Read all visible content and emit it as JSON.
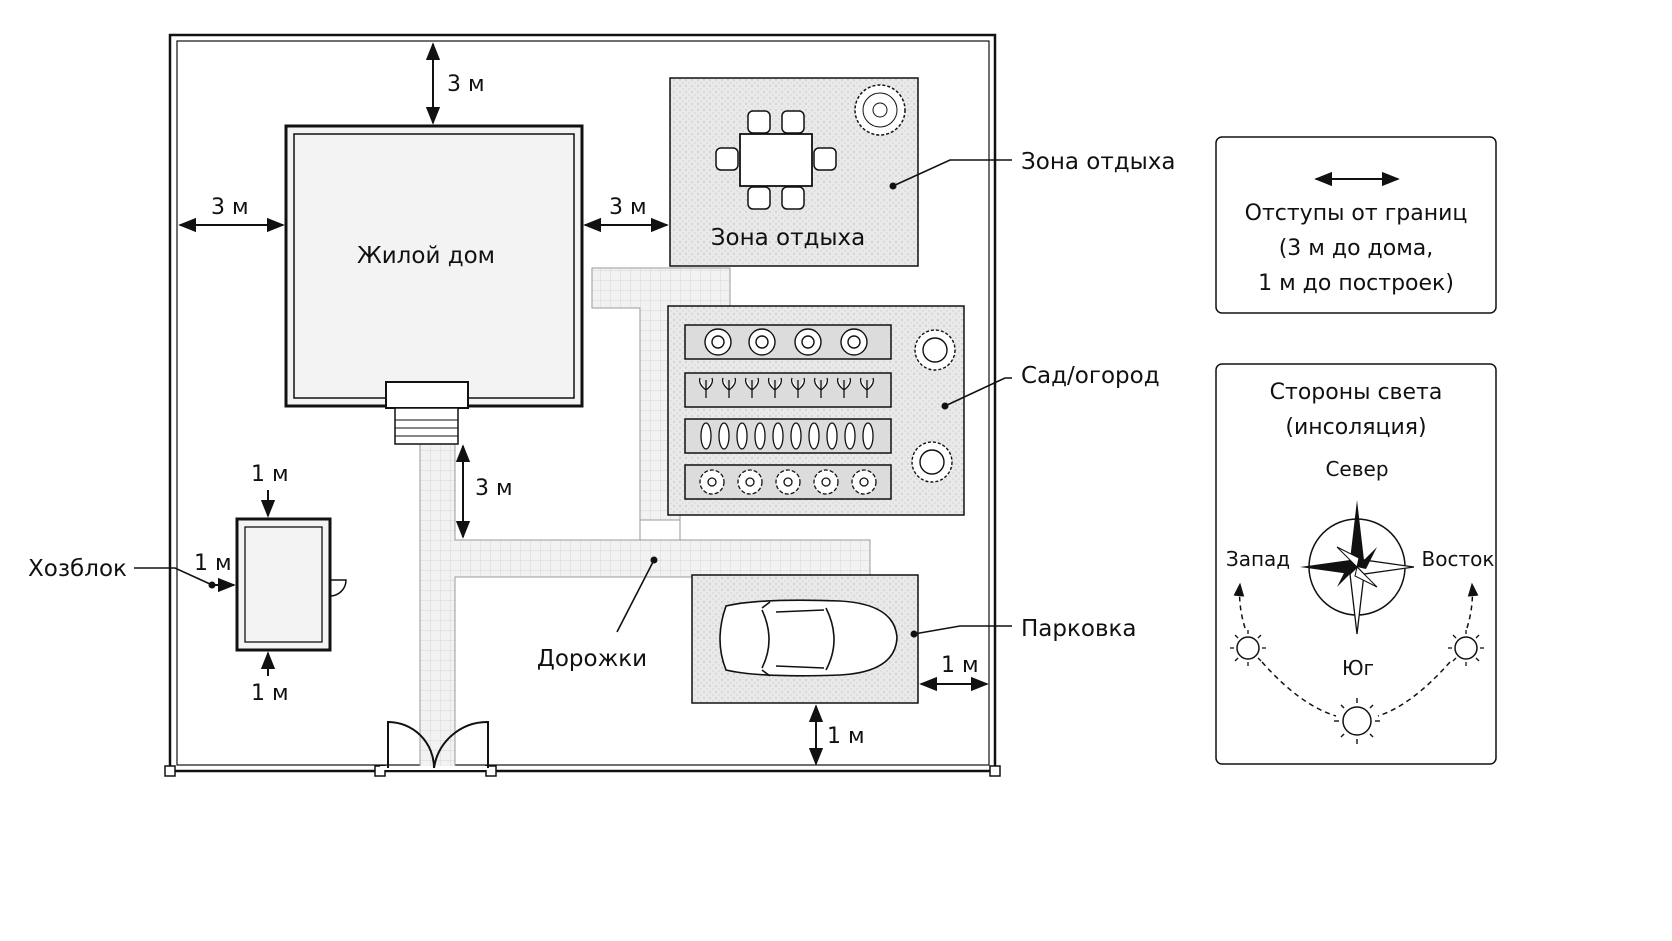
{
  "diagram": {
    "zones": {
      "house": "Жилой дом",
      "rest": "Зона отдыха"
    },
    "callouts": {
      "rest": "Зона отдыха",
      "garden": "Сад/огород",
      "parking": "Парковка",
      "paths": "Дорожки",
      "shed": "Хозблок"
    },
    "dimensions": {
      "house_top": "3 м",
      "house_left": "3 м",
      "house_right": "3 м",
      "house_to_garden": "3 м",
      "shed_top": "1 м",
      "shed_bottom": "1 м",
      "shed_left": "1 м",
      "parking_right": "1 м",
      "parking_bottom": "1 м"
    }
  },
  "legend": {
    "setbacks": {
      "line1": "Отступы от границ",
      "line2": "(3 м до дома,",
      "line3": "1 м до построек)"
    },
    "compass": {
      "title1": "Стороны света",
      "title2": "(инсоляция)",
      "north": "Север",
      "west": "Запад",
      "east": "Восток",
      "south": "Юг"
    }
  }
}
